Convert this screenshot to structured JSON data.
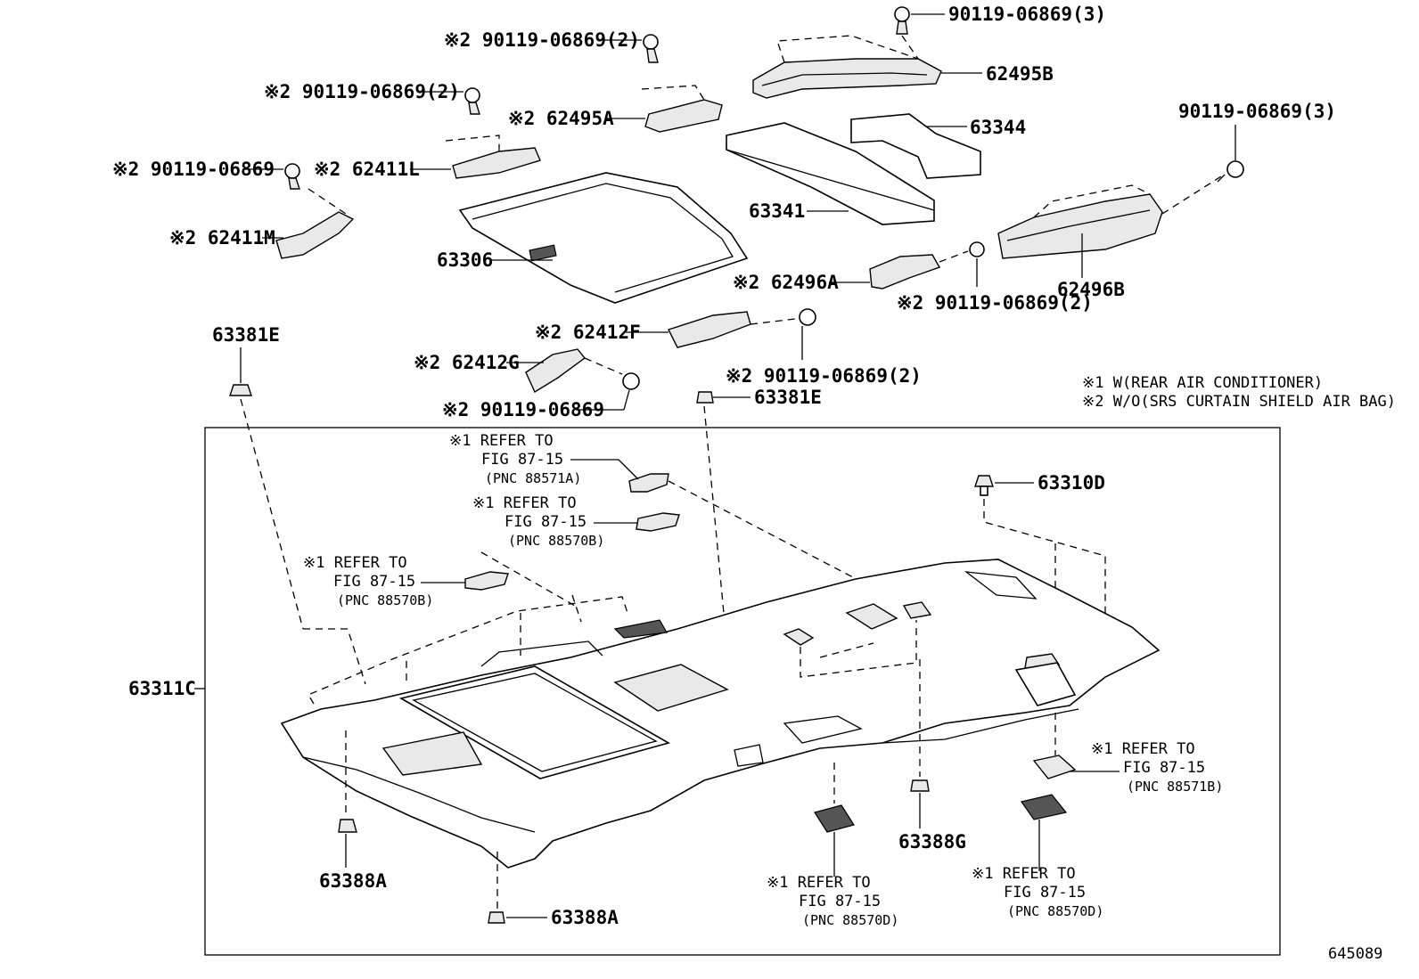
{
  "callouts": {
    "c1": "90119-06869(3)",
    "c2": "※2 90119-06869(2)",
    "c3": "62495B",
    "c4": "※2 90119-06869(2)",
    "c5": "※2 62495A",
    "c6": "63344",
    "c7": "90119-06869(3)",
    "c8": "※2 90119-06869",
    "c9": "※2 62411L",
    "c10": "63341",
    "c11": "※2 62411M",
    "c12": "63306",
    "c13": "※2 62496A",
    "c14": "62496B",
    "c15": "※2 90119-06869(2)",
    "c16": "63381E",
    "c17": "※2 62412F",
    "c18": "※2 62412G",
    "c19": "※2 90119-06869(2)",
    "c20": "※2 90119-06869",
    "c21": "63381E",
    "c22": "63310D",
    "c23": "63311C",
    "c24": "63388A",
    "c25": "63388A",
    "c26": "63388G"
  },
  "legend": {
    "line1": "※1 W(REAR AIR CONDITIONER)",
    "line2": "※2 W/O(SRS CURTAIN SHIELD AIR BAG)"
  },
  "refs": {
    "r1": {
      "line1": "※1 REFER TO",
      "line2": "FIG 87-15",
      "line3": "(PNC 88571A)"
    },
    "r2": {
      "line1": "※1 REFER TO",
      "line2": "FIG 87-15",
      "line3": "(PNC 88570B)"
    },
    "r3": {
      "line1": "※1 REFER TO",
      "line2": "FIG 87-15",
      "line3": "(PNC 88570B)"
    },
    "r4": {
      "line1": "※1 REFER TO",
      "line2": "FIG 87-15",
      "line3": "(PNC 88571B)"
    },
    "r5": {
      "line1": "※1 REFER TO",
      "line2": "FIG 87-15",
      "line3": "(PNC 88570D)"
    },
    "r6": {
      "line1": "※1 REFER TO",
      "line2": "FIG 87-15",
      "line3": "(PNC 88570D)"
    }
  },
  "diagram_id": "645089"
}
